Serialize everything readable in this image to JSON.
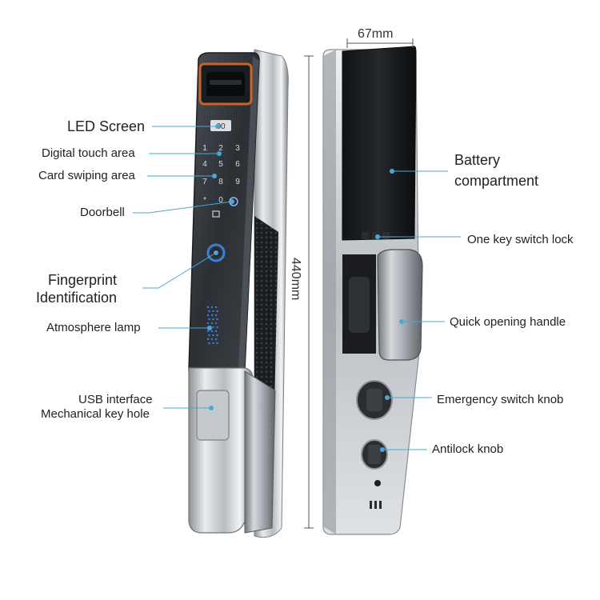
{
  "dimensions": {
    "width_label": "67mm",
    "height_label": "440mm"
  },
  "left_labels": {
    "led_screen": "LED Screen",
    "digital_touch": "Digital touch area",
    "card_swiping": "Card swiping area",
    "doorbell": "Doorbell",
    "fingerprint_1": "Fingerprint",
    "fingerprint_2": "Identification",
    "atmosphere": "Atmosphere lamp",
    "usb": "USB interface",
    "key_hole": "Mechanical key hole"
  },
  "right_labels": {
    "battery_1": "Battery",
    "battery_2": "compartment",
    "one_key": "One key switch lock",
    "quick_handle": "Quick opening handle",
    "emergency": "Emergency switch knob",
    "antilock": "Antilock knob"
  },
  "keypad": [
    "1",
    "2",
    "3",
    "4",
    "5",
    "6",
    "7",
    "8",
    "9",
    "*",
    "0",
    "#"
  ],
  "screen_text": "00",
  "colors": {
    "leader": "#4aa8d8",
    "panel": "#2e3236",
    "chrome": "#c8ccd0",
    "led_orange": "#c8642a",
    "led_blue": "#3a7fd6"
  }
}
